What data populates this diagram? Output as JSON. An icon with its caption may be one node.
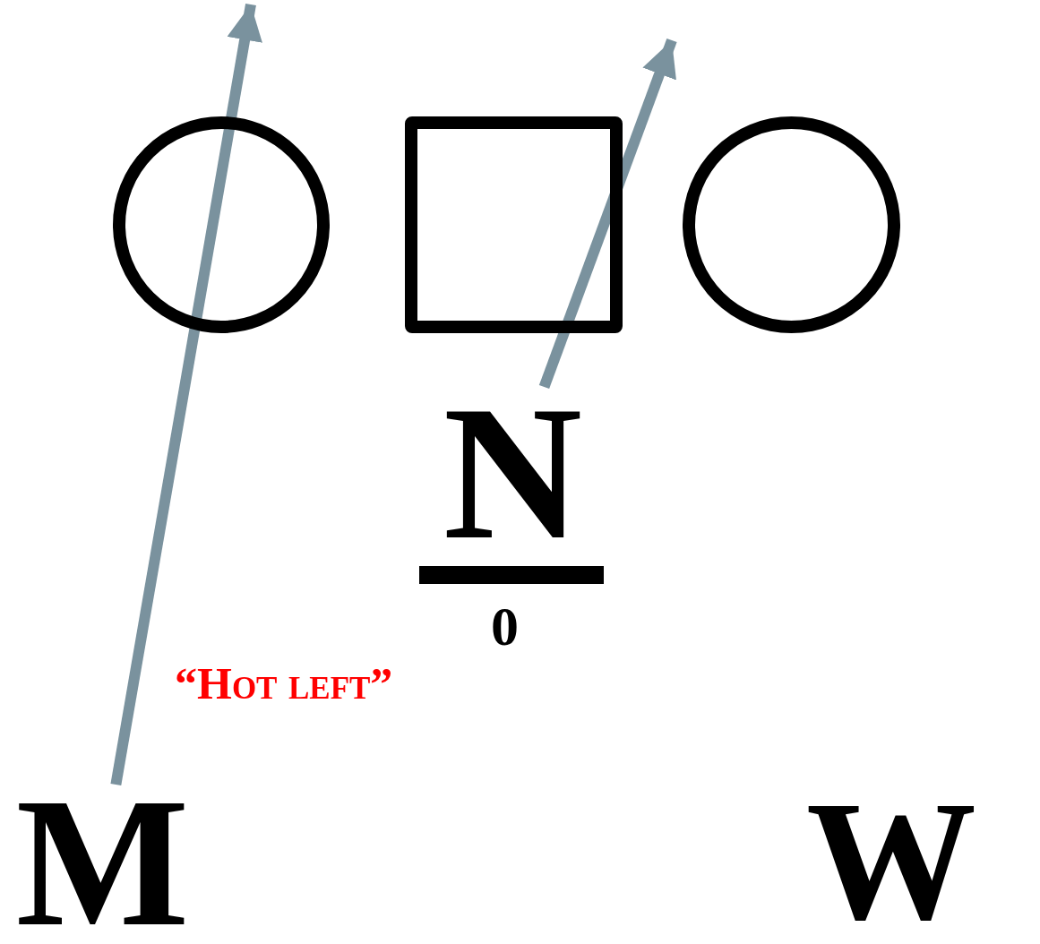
{
  "diagram": {
    "nodes": [
      {
        "text": [],
        "shape": "circle"
      },
      {
        "text": [],
        "shape": "box"
      },
      {
        "text": [],
        "shape": "circle"
      },
      {
        "text": [
          "N"
        ]
      },
      {
        "text": [],
        "shape": "bar"
      },
      {
        "text": [
          "M"
        ]
      }
    ],
    "edges": [
      {
        "from": 5,
        "to": null,
        "arrow": "to"
      },
      {
        "from": 3,
        "to": null,
        "arrow": "to"
      }
    ],
    "labels": [
      "0",
      "“Hot left”",
      "W"
    ]
  }
}
